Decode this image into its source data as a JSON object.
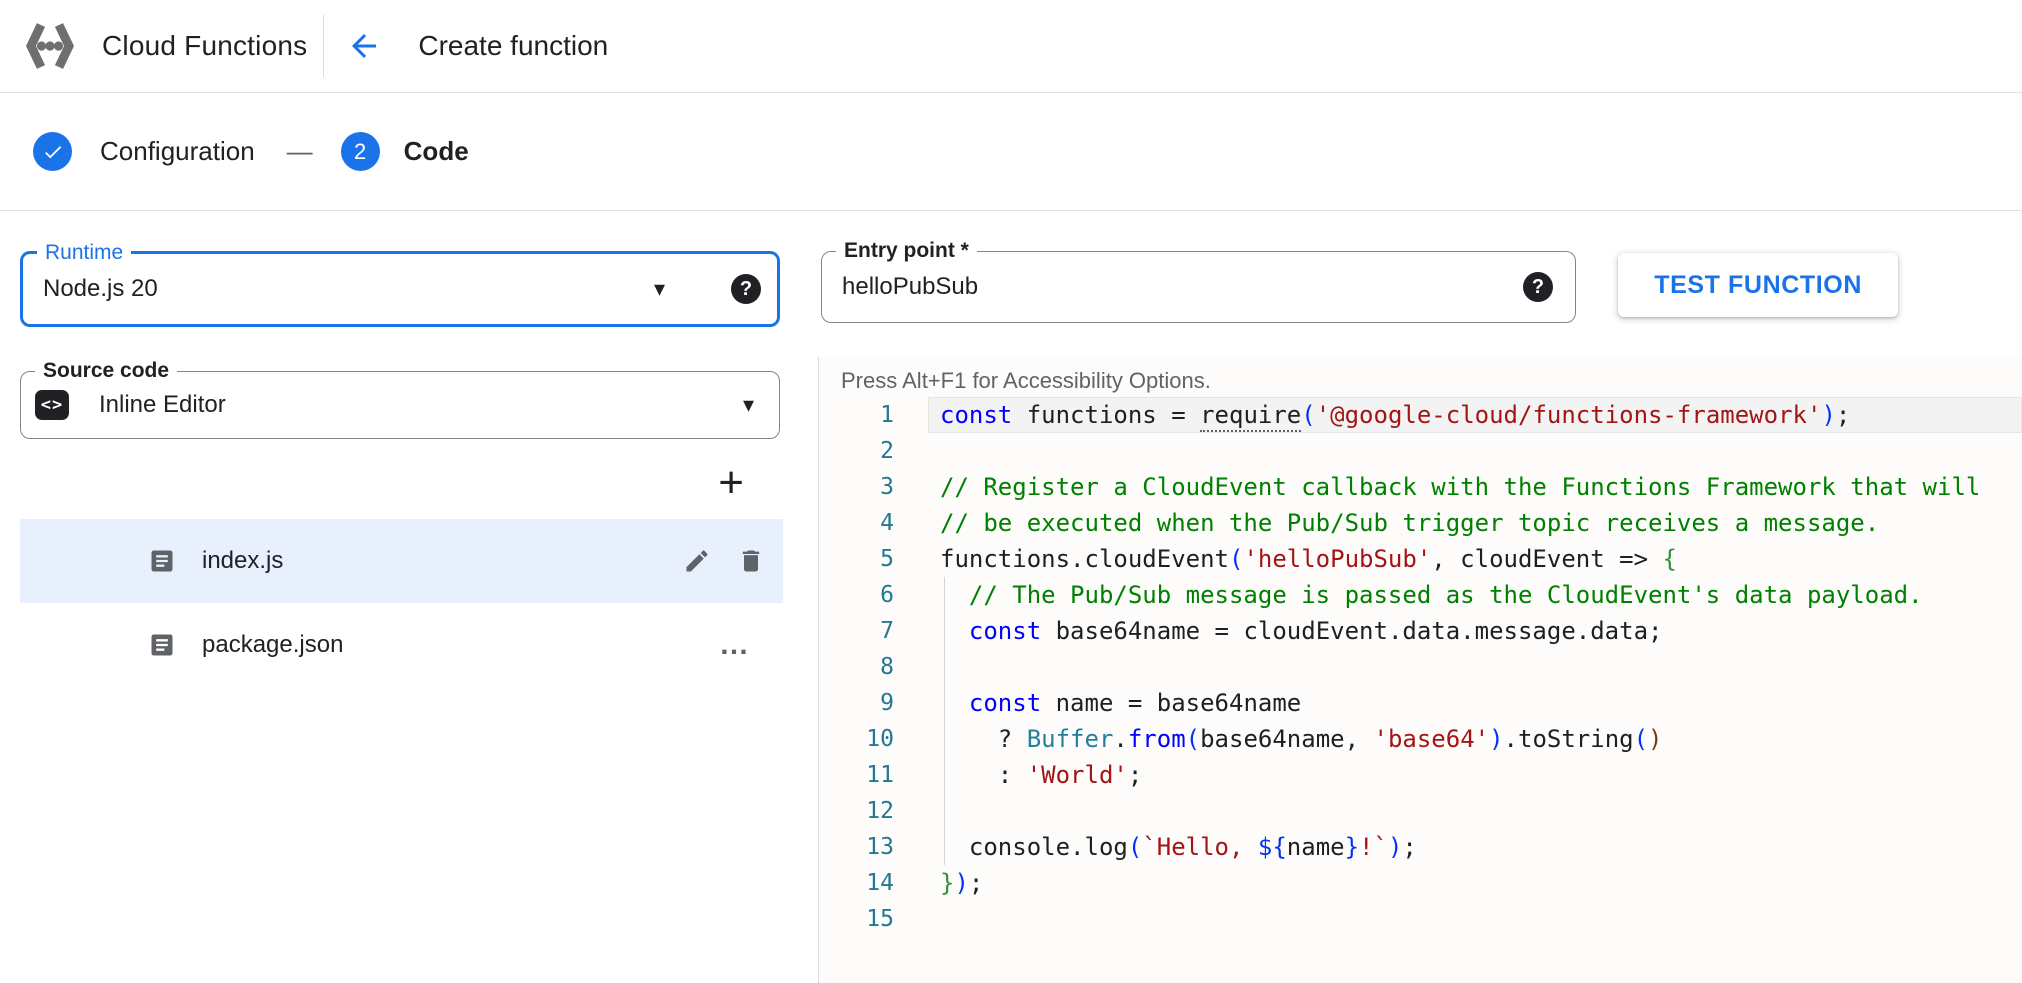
{
  "header": {
    "product": "Cloud Functions",
    "page_title": "Create function"
  },
  "stepper": {
    "separator": "—",
    "steps": [
      {
        "label": "Configuration",
        "state": "complete"
      },
      {
        "label": "Code",
        "state": "current",
        "number": "2"
      }
    ]
  },
  "icons": {
    "caret": "▾",
    "help": "?",
    "more": "…",
    "add": "+",
    "code_brackets": "<>"
  },
  "left_panel": {
    "runtime": {
      "label": "Runtime",
      "value": "Node.js 20"
    },
    "source_code": {
      "label": "Source code",
      "value": "Inline Editor"
    },
    "files": [
      {
        "name": "index.js",
        "selected": true,
        "actions": [
          "edit",
          "delete"
        ]
      },
      {
        "name": "package.json",
        "selected": false,
        "actions": [
          "more"
        ]
      }
    ]
  },
  "right_panel": {
    "entry_point": {
      "label": "Entry point *",
      "value": "helloPubSub"
    },
    "test_button": "TEST FUNCTION",
    "editor": {
      "accessibility_hint": "Press Alt+F1 for Accessibility Options.",
      "lines": [
        {
          "n": 1,
          "active": true,
          "guide": false,
          "tokens": [
            {
              "c": "kw",
              "t": "const"
            },
            {
              "c": "pl",
              "t": " functions = "
            },
            {
              "c": "pl",
              "t": "require",
              "u": true
            },
            {
              "c": "b1",
              "t": "("
            },
            {
              "c": "str",
              "t": "'@google-cloud/functions-framework'"
            },
            {
              "c": "b1",
              "t": ")"
            },
            {
              "c": "pl",
              "t": ";"
            }
          ]
        },
        {
          "n": 2,
          "active": false,
          "guide": false,
          "tokens": []
        },
        {
          "n": 3,
          "active": false,
          "guide": false,
          "tokens": [
            {
              "c": "cm",
              "t": "// Register a CloudEvent callback with the Functions Framework that will"
            }
          ]
        },
        {
          "n": 4,
          "active": false,
          "guide": false,
          "tokens": [
            {
              "c": "cm",
              "t": "// be executed when the Pub/Sub trigger topic receives a message."
            }
          ]
        },
        {
          "n": 5,
          "active": false,
          "guide": false,
          "tokens": [
            {
              "c": "pl",
              "t": "functions.cloudEvent"
            },
            {
              "c": "b1",
              "t": "("
            },
            {
              "c": "str",
              "t": "'helloPubSub'"
            },
            {
              "c": "pl",
              "t": ", cloudEvent => "
            },
            {
              "c": "b2",
              "t": "{"
            }
          ]
        },
        {
          "n": 6,
          "active": false,
          "guide": true,
          "tokens": [
            {
              "c": "cm",
              "t": "  // The Pub/Sub message is passed as the CloudEvent's data payload."
            }
          ]
        },
        {
          "n": 7,
          "active": false,
          "guide": true,
          "tokens": [
            {
              "c": "pl",
              "t": "  "
            },
            {
              "c": "kw",
              "t": "const"
            },
            {
              "c": "pl",
              "t": " base64name = cloudEvent.data.message.data;"
            }
          ]
        },
        {
          "n": 8,
          "active": false,
          "guide": true,
          "tokens": []
        },
        {
          "n": 9,
          "active": false,
          "guide": true,
          "tokens": [
            {
              "c": "pl",
              "t": "  "
            },
            {
              "c": "kw",
              "t": "const"
            },
            {
              "c": "pl",
              "t": " name = base64name"
            }
          ]
        },
        {
          "n": 10,
          "active": false,
          "guide": true,
          "tokens": [
            {
              "c": "pl",
              "t": "    ? "
            },
            {
              "c": "ty",
              "t": "Buffer"
            },
            {
              "c": "pl",
              "t": "."
            },
            {
              "c": "kw",
              "t": "from"
            },
            {
              "c": "b1",
              "t": "("
            },
            {
              "c": "pl",
              "t": "base64name, "
            },
            {
              "c": "str",
              "t": "'base64'"
            },
            {
              "c": "b1",
              "t": ")"
            },
            {
              "c": "pl",
              "t": ".toString"
            },
            {
              "c": "b1",
              "t": "("
            },
            {
              "c": "b3",
              "t": ")"
            }
          ]
        },
        {
          "n": 11,
          "active": false,
          "guide": true,
          "tokens": [
            {
              "c": "pl",
              "t": "    : "
            },
            {
              "c": "str",
              "t": "'World'"
            },
            {
              "c": "pl",
              "t": ";"
            }
          ]
        },
        {
          "n": 12,
          "active": false,
          "guide": true,
          "tokens": []
        },
        {
          "n": 13,
          "active": false,
          "guide": true,
          "tokens": [
            {
              "c": "pl",
              "t": "  console.log"
            },
            {
              "c": "b1",
              "t": "("
            },
            {
              "c": "str",
              "t": "`Hello, "
            },
            {
              "c": "b1",
              "t": "${"
            },
            {
              "c": "pl",
              "t": "name"
            },
            {
              "c": "b1",
              "t": "}"
            },
            {
              "c": "str",
              "t": "!`"
            },
            {
              "c": "b1",
              "t": ")"
            },
            {
              "c": "pl",
              "t": ";"
            }
          ]
        },
        {
          "n": 14,
          "active": false,
          "guide": false,
          "tokens": [
            {
              "c": "b2",
              "t": "}"
            },
            {
              "c": "b1",
              "t": ")"
            },
            {
              "c": "pl",
              "t": ";"
            }
          ]
        },
        {
          "n": 15,
          "active": false,
          "guide": false,
          "tokens": []
        }
      ]
    }
  },
  "colors": {
    "accent": "#1a73e8",
    "selected_row_bg": "#e8f0fe",
    "divider": "#dadce0",
    "muted_text": "#5f6368",
    "syntax": {
      "keyword": "#0000ff",
      "comment": "#008000",
      "string": "#a31515",
      "bracket1": "#0431fa",
      "bracket2": "#319331",
      "bracket3": "#7b3814",
      "type": "#267f99",
      "line_number": "#237893"
    }
  }
}
